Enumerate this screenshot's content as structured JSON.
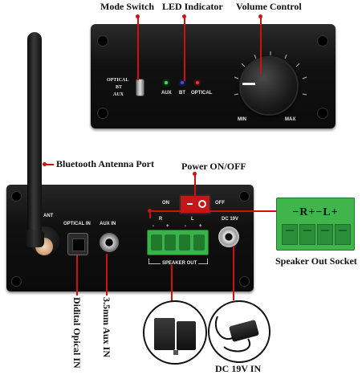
{
  "callouts": {
    "mode_switch": "Mode Switch",
    "led_indicator": "LED Indicator",
    "volume_control": "Volume Control",
    "bluetooth_antenna_port": "Bluetooth Antenna Port",
    "power_on_off": "Power ON/OFF",
    "speaker_out_socket": "Speaker Out Socket",
    "digital_optical_in": "Didital Opical IN",
    "aux_in_35mm": "3.5mm Aux IN",
    "dc_19v_in": "DC 19V IN"
  },
  "front_panel": {
    "mode_labels": [
      "OPTICAL",
      "BT",
      "AUX"
    ],
    "led_labels": [
      "AUX",
      "BT",
      "OPTICAL"
    ],
    "volume_min": "MIN",
    "volume_max": "MAX",
    "led_colors": [
      "#2ee84a",
      "#3b4bff",
      "#ff2a2a"
    ]
  },
  "rear_panel": {
    "antenna_label": "ANT",
    "power_on": "ON",
    "power_off": "OFF",
    "optical_in": "OPTICAL IN",
    "aux_in": "AUX IN",
    "speaker_r": "R",
    "speaker_l": "L",
    "speaker_plus": "+",
    "speaker_minus": "-",
    "speaker_out": "SPEAKER OUT",
    "dc_label": "DC 19V"
  },
  "socket_closeup": {
    "label": "−R+−L+"
  }
}
